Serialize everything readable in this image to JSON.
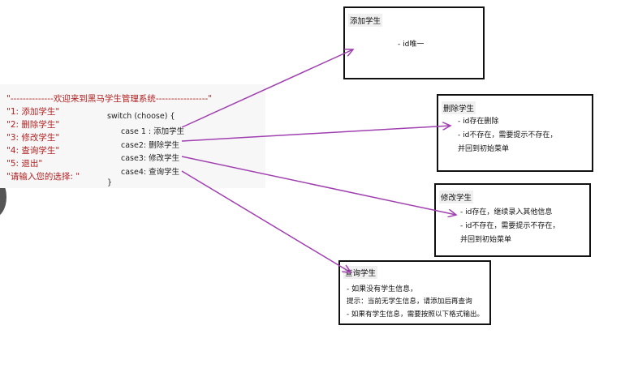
{
  "menu": {
    "lines": [
      "\"--------------欢迎来到黑马学生管理系统-----------------\"",
      "\"1: 添加学生\"",
      "\"2: 删除学生\"",
      "\"3: 修改学生\"",
      "\"4: 查询学生\"",
      "\"5: 退出\"",
      "\"请输入您的选择: \""
    ]
  },
  "code": {
    "switch": "switch (choose) {",
    "case1": "case 1 : 添加学生",
    "case2": "case2:  删除学生",
    "case3": "case3:  修改学生",
    "case4": "case4:  查询学生",
    "close": "}"
  },
  "boxes": {
    "add": {
      "title": "添加学生",
      "lines": [
        "- id唯一"
      ]
    },
    "delete": {
      "title": "删除学生",
      "lines": [
        "- id存在删除",
        "- id不存在，需要提示不存在，",
        "并回到初始菜单"
      ]
    },
    "modify": {
      "title": "修改学生",
      "lines": [
        "- id存在，继续录入其他信息",
        "- id不存在，需要提示不存在，",
        "并回到初始菜单"
      ]
    },
    "query": {
      "title": "查询学生",
      "lines": [
        "- 如果没有学生信息，",
        "提示：当前无学生信息，请添加后再查询",
        "- 如果有学生信息，需要按照以下格式输出。"
      ]
    }
  },
  "colors": {
    "arrow": "#a040b0",
    "menu_text": "#b22222"
  }
}
